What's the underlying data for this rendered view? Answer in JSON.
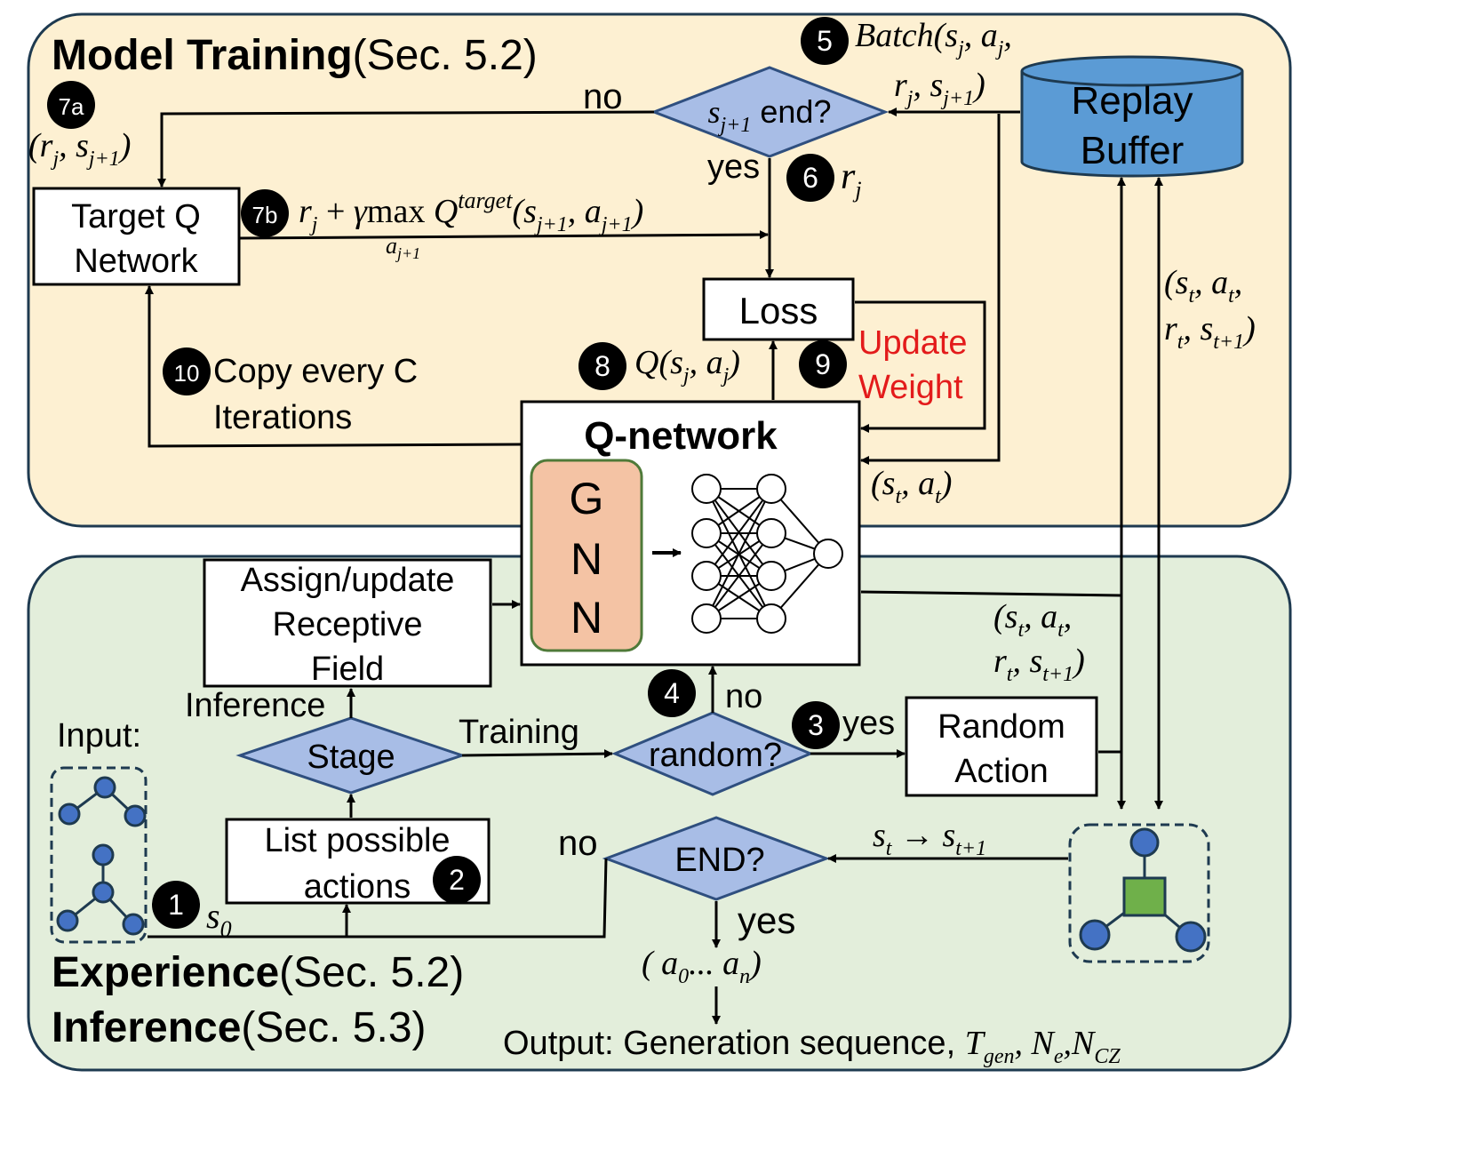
{
  "colors": {
    "training_panel": "#fdf0d2",
    "experience_panel": "#e3eedb",
    "panel_border": "#1e3a50",
    "diamond_fill": "#a8bde6",
    "diamond_stroke": "#2f4f7f",
    "replay_buffer": "#5b9bd5",
    "gnn_fill": "#f4c3a4",
    "gnn_stroke": "#4f7a39",
    "node_fill": "#4472c4",
    "center_node": "#6fb04a",
    "update_weight": "#e31b1b",
    "badge": "#000000"
  },
  "panels": {
    "training": {
      "title_bold": "Model Training",
      "title_rest": "(Sec. 5.2)"
    },
    "experience": {
      "title1_bold": "Experience",
      "title1_rest": "(Sec. 5.2)",
      "title2_bold": "Inference",
      "title2_rest": "(Sec. 5.3)"
    }
  },
  "nodes": {
    "replay_buffer": {
      "line1": "Replay",
      "line2": "Buffer"
    },
    "target_q": {
      "line1": "Target Q",
      "line2": "Network"
    },
    "loss": {
      "label": "Loss"
    },
    "q_network": {
      "title": "Q-network",
      "gnn": [
        "G",
        "N",
        "N"
      ]
    },
    "receptive_field": {
      "line1": "Assign/update",
      "line2": "Receptive",
      "line3": "Field"
    },
    "list_actions": {
      "line1": "List possible",
      "line2": "actions"
    },
    "random_action": {
      "line1": "Random",
      "line2": "Action"
    },
    "end_diamond_top": {
      "part1": "s",
      "sub": "j+1",
      "part2": " end?"
    },
    "stage_diamond": {
      "label": "Stage"
    },
    "random_diamond": {
      "label": "random?"
    },
    "end_diamond_bottom": {
      "label": "END?"
    }
  },
  "labels": {
    "no_top": "no",
    "yes_top": "yes",
    "batch": "Batch(s",
    "update_weight_1": "Update",
    "update_weight_2": "Weight",
    "copy_1": "Copy every C",
    "copy_2": "Iterations",
    "inference": "Inference",
    "training": "Training",
    "no_random": "no",
    "yes_random": "yes",
    "no_end": "no",
    "yes_end": "yes",
    "input": "Input:",
    "output_prefix": "Output: Generation sequence, "
  },
  "badges": [
    "1",
    "2",
    "3",
    "4",
    "5",
    "6",
    "7a",
    "7b",
    "8",
    "9",
    "10"
  ]
}
